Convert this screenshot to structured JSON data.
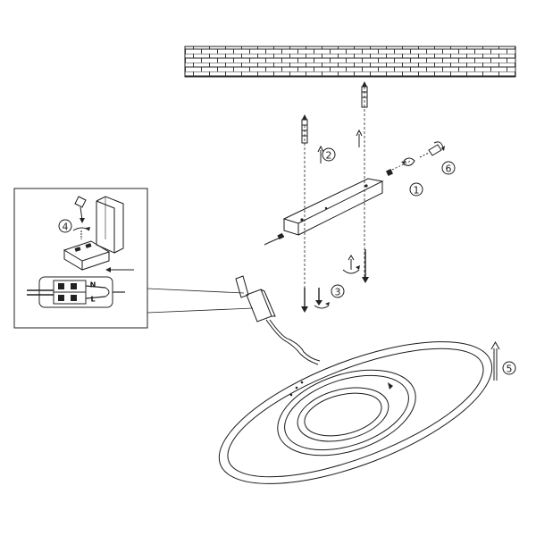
{
  "steps": {
    "s1": "1",
    "s2": "2",
    "s3": "3",
    "s4": "4",
    "s5": "5",
    "s6": "6"
  },
  "terminal": {
    "neutral": "N",
    "live": "L"
  },
  "colors": {
    "line": "#1a1a1a",
    "background": "#ffffff"
  }
}
